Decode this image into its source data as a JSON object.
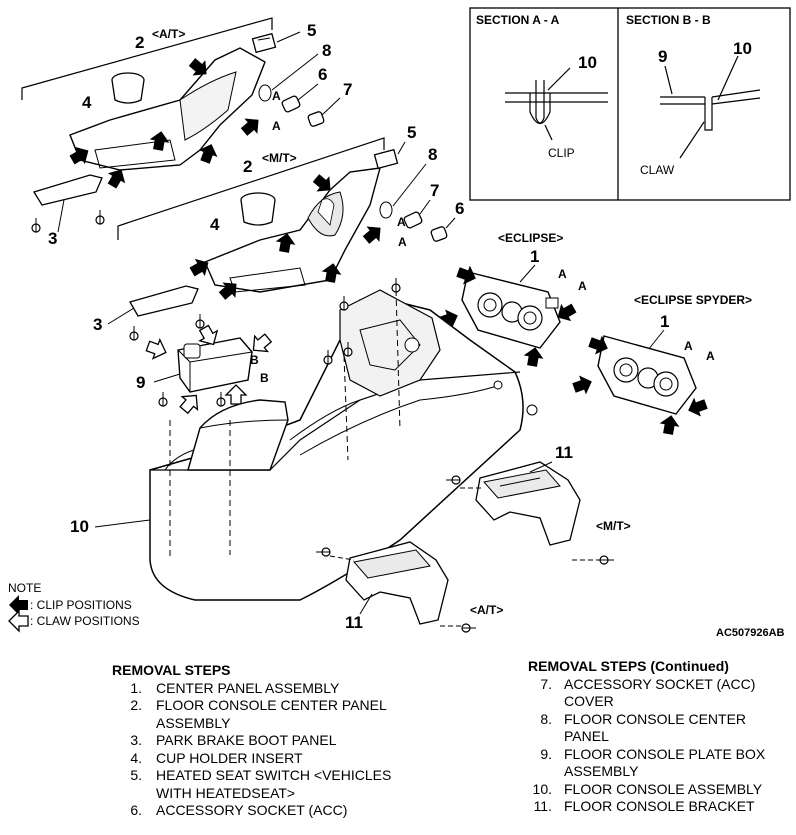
{
  "labels": {
    "section_a": "SECTION A - A",
    "section_b": "SECTION B - B",
    "clip": "CLIP",
    "claw": "CLAW",
    "at_top": "<A/T>",
    "mt_mid": "<M/T>",
    "eclipse": "<ECLIPSE>",
    "eclipse_spyder": "<ECLIPSE SPYDER>",
    "mt_bracket": "<M/T>",
    "at_bracket": "<A/T>",
    "letter_a": "A",
    "letter_b": "B",
    "figure_code": "AC507926AB",
    "n1": "1",
    "n2": "2",
    "n3": "3",
    "n4": "4",
    "n5": "5",
    "n6": "6",
    "n7": "7",
    "n8": "8",
    "n9": "9",
    "n10": "10",
    "n11": "11"
  },
  "note": {
    "title": "NOTE",
    "clip": ": CLIP POSITIONS",
    "claw": ": CLAW POSITIONS"
  },
  "removal_steps": {
    "heading": "REMOVAL STEPS",
    "items": [
      {
        "num": "1.",
        "text": "CENTER PANEL ASSEMBLY"
      },
      {
        "num": "2.",
        "text": "FLOOR CONSOLE CENTER PANEL ASSEMBLY"
      },
      {
        "num": "3.",
        "text": "PARK BRAKE BOOT PANEL"
      },
      {
        "num": "4.",
        "text": "CUP HOLDER INSERT"
      },
      {
        "num": "5.",
        "text": "HEATED SEAT SWITCH <VEHICLES WITH HEATEDSEAT>"
      },
      {
        "num": "6.",
        "text": "ACCESSORY SOCKET (ACC)"
      }
    ]
  },
  "removal_steps_continued": {
    "heading": "REMOVAL STEPS (Continued)",
    "items": [
      {
        "num": "7.",
        "text": "ACCESSORY SOCKET (ACC) COVER"
      },
      {
        "num": "8.",
        "text": "FLOOR CONSOLE CENTER PANEL"
      },
      {
        "num": "9.",
        "text": "FLOOR CONSOLE PLATE BOX ASSEMBLY"
      },
      {
        "num": "10.",
        "text": "FLOOR CONSOLE ASSEMBLY"
      },
      {
        "num": "11.",
        "text": "FLOOR CONSOLE BRACKET"
      }
    ]
  }
}
